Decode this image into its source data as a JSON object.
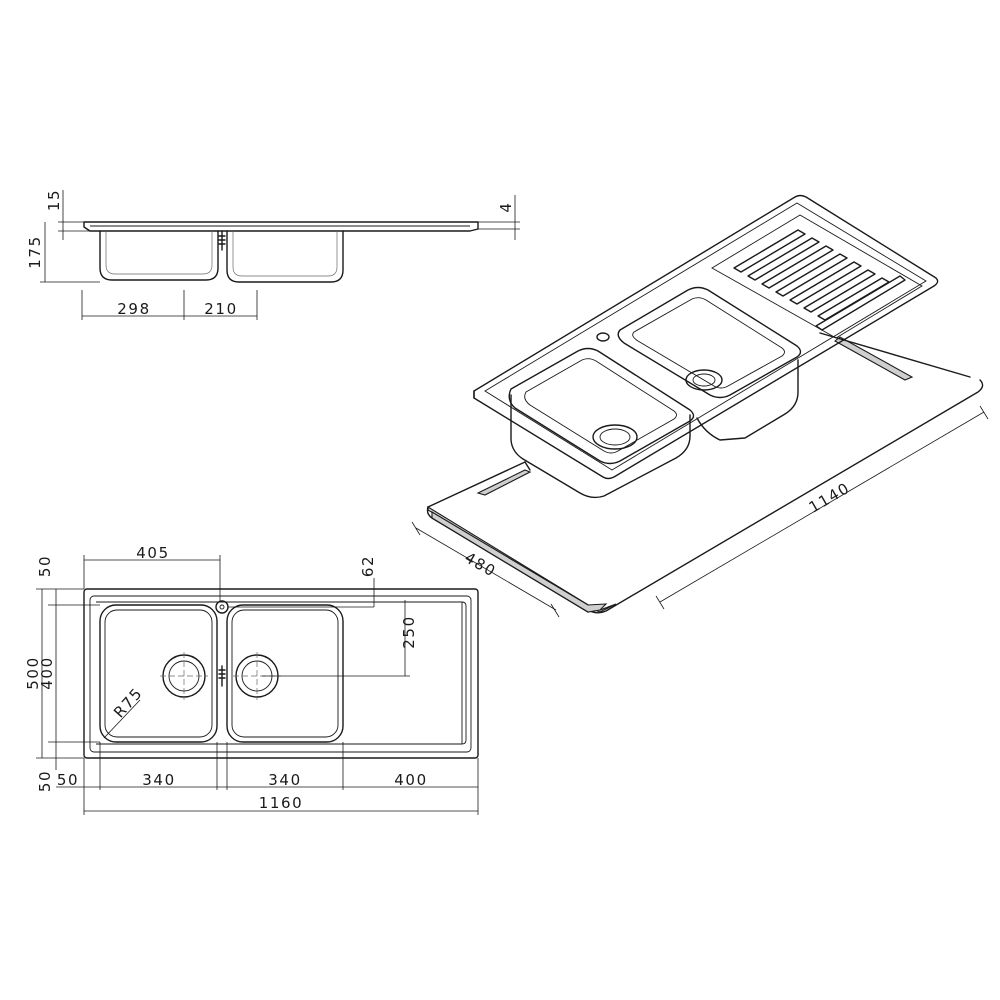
{
  "side_view": {
    "dims": {
      "flange_thickness": "15",
      "depth": "175",
      "lip": "4",
      "bowl1_width": "298",
      "bowl2_width": "210"
    }
  },
  "iso_view": {
    "dims": {
      "cutout_length": "1140",
      "cutout_width": "480"
    }
  },
  "plan_view": {
    "dims": {
      "bowl_offset": "405",
      "tap_hole_offset": "62",
      "overall_depth": "500",
      "bowl_depth": "400",
      "top_margin": "50",
      "bottom_margin": "50",
      "drain_to_back": "250",
      "corner_radius": "R75",
      "left_margin": "50",
      "bowl1_width": "340",
      "bowl2_width": "340",
      "drainer_width": "400",
      "overall_length": "1160"
    }
  },
  "colors": {
    "line": "#1a1a1a",
    "background": "#ffffff",
    "section_fill": "#cfcfcf"
  }
}
